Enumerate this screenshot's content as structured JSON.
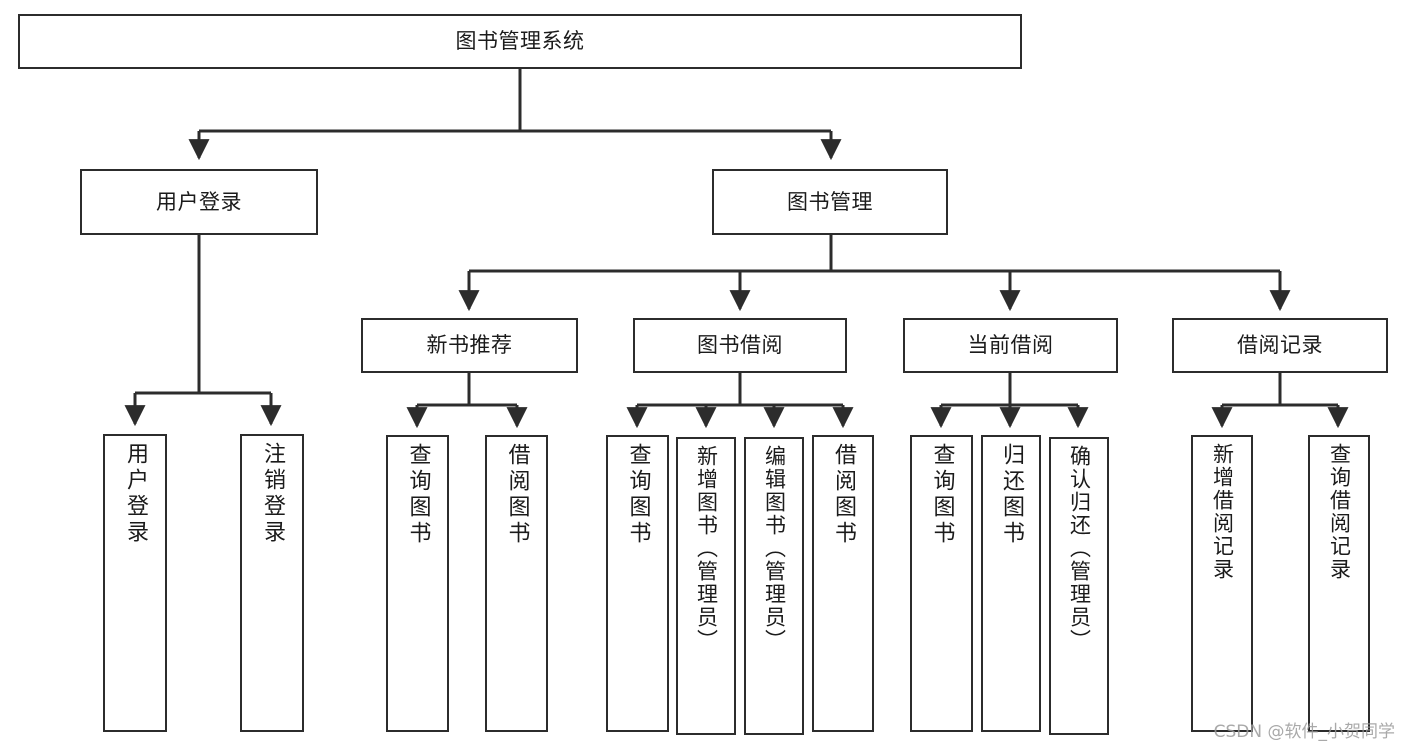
{
  "diagram": {
    "type": "tree-hierarchy",
    "title": "图书管理系统",
    "orientation": "top-down",
    "colors": {
      "border": "#2c2c2c",
      "fill": "#ffffff",
      "text": "#1b1b1b",
      "connector": "#2c2c2c",
      "watermark": "#9b9b9b"
    },
    "root": {
      "label": "图书管理系统"
    },
    "level2": [
      {
        "label": "用户登录"
      },
      {
        "label": "图书管理"
      }
    ],
    "level3": [
      {
        "label": "新书推荐"
      },
      {
        "label": "图书借阅"
      },
      {
        "label": "当前借阅"
      },
      {
        "label": "借阅记录"
      }
    ],
    "leaves": {
      "user_login": [
        {
          "label": "用户登录"
        },
        {
          "label": "注销登录"
        }
      ],
      "new_book_recommend": [
        {
          "label": "查询图书"
        },
        {
          "label": "借阅图书"
        }
      ],
      "book_borrow": [
        {
          "label": "查询图书"
        },
        {
          "label": "新增图书（管理员）"
        },
        {
          "label": "编辑图书（管理员）"
        },
        {
          "label": "借阅图书"
        }
      ],
      "current_borrow": [
        {
          "label": "查询图书"
        },
        {
          "label": "归还图书"
        },
        {
          "label": "确认归还（管理员）"
        }
      ],
      "borrow_record": [
        {
          "label": "新增借阅记录"
        },
        {
          "label": "查询借阅记录"
        }
      ]
    }
  },
  "watermark": {
    "text": "CSDN @软件_小贺同学"
  }
}
